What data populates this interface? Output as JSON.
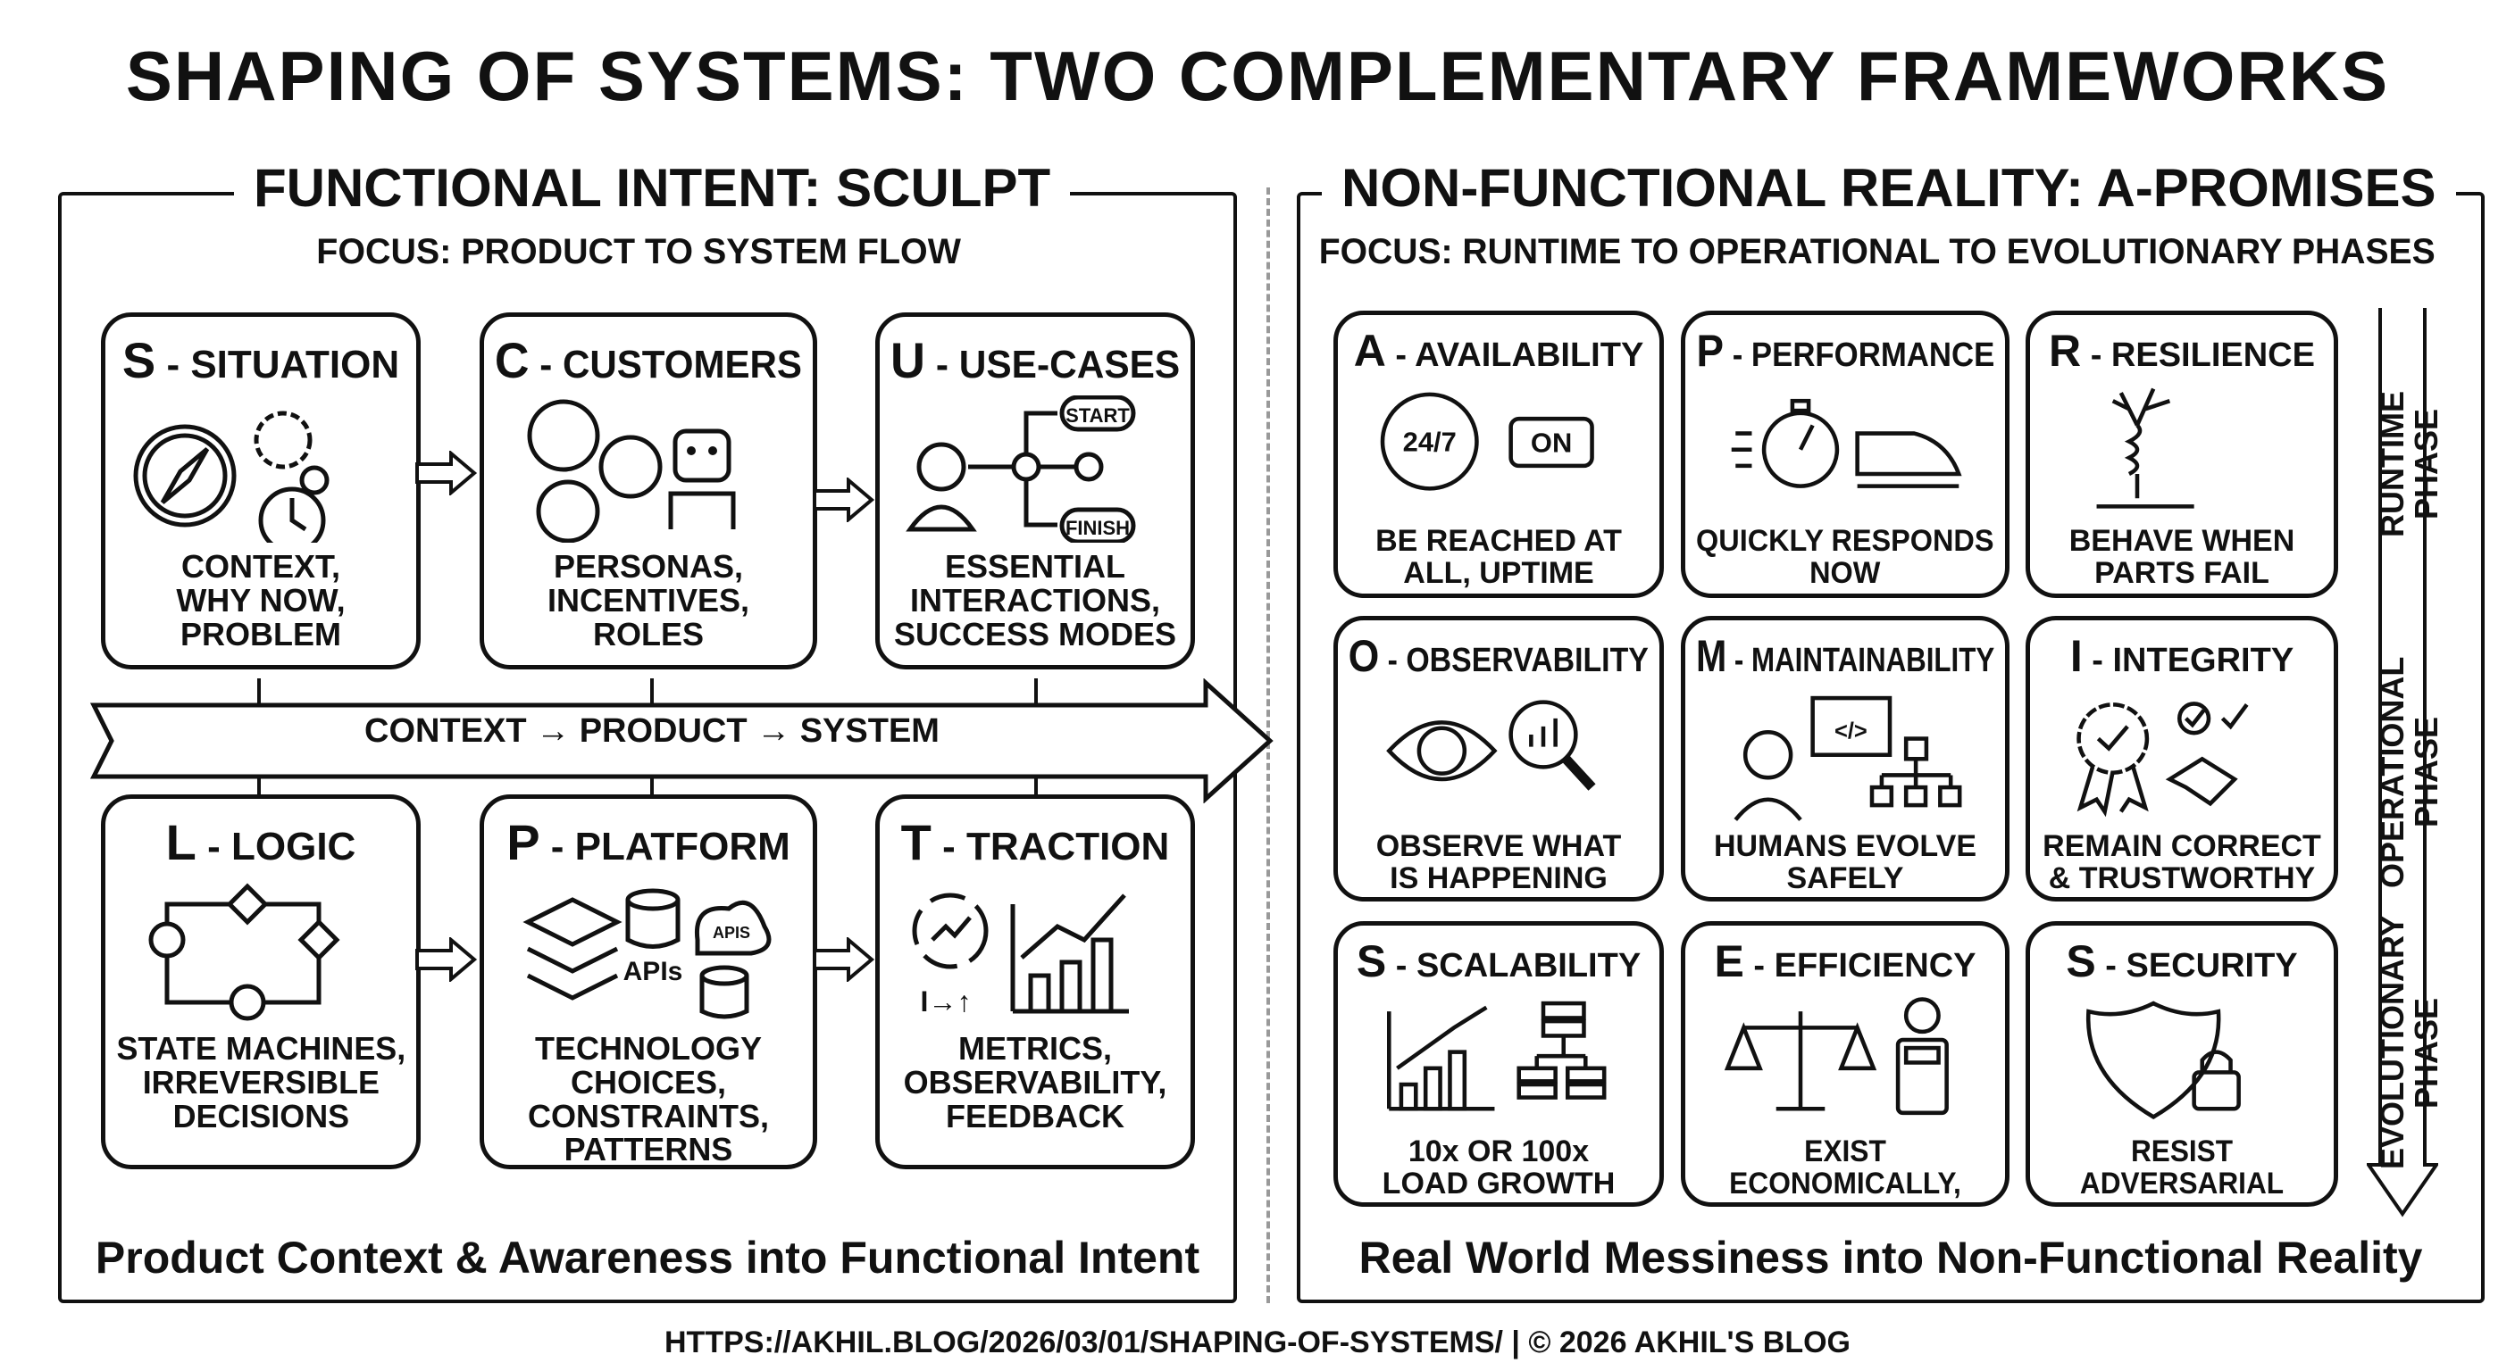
{
  "title": "SHAPING OF SYSTEMS: TWO COMPLEMENTARY FRAMEWORKS",
  "left": {
    "title": "FUNCTIONAL INTENT: SCULPT",
    "focus": "FOCUS: PRODUCT TO SYSTEM FLOW",
    "flow_label": "CONTEXT → PRODUCT → SYSTEM",
    "caption": "Product Context & Awareness into Functional Intent",
    "cards": [
      {
        "letter": "S",
        "name": "- SITUATION",
        "desc": "CONTEXT,\nWHY NOW,\nPROBLEM",
        "icon": "compass-gears-clock-icon"
      },
      {
        "letter": "C",
        "name": "- CUSTOMERS",
        "desc": "PERSONAS,\nINCENTIVES,\nROLES",
        "icon": "personas-robot-icon"
      },
      {
        "letter": "U",
        "name": "- USE-CASES",
        "desc": "ESSENTIAL\nINTERACTIONS,\nSUCCESS MODES",
        "icon": "use-case-flow-icon",
        "labels": [
          "START",
          "FINISH"
        ]
      },
      {
        "letter": "L",
        "name": "- LOGIC",
        "desc": "STATE MACHINES,\nIRREVERSIBLE\nDECISIONS",
        "icon": "state-machine-icon"
      },
      {
        "letter": "P",
        "name": "- PLATFORM",
        "desc": "TECHNOLOGY\nCHOICES,\nCONSTRAINTS,\nPATTERNS",
        "icon": "layers-database-cloud-icon",
        "labels": [
          "APIs",
          "APIS"
        ]
      },
      {
        "letter": "T",
        "name": "- TRACTION",
        "desc": "METRICS,\nOBSERVABILITY,\nFEEDBACK",
        "icon": "growth-chart-icon",
        "labels": [
          "I→↑"
        ]
      }
    ]
  },
  "right": {
    "title": "NON-FUNCTIONAL REALITY: A-PROMISES",
    "focus": "FOCUS: RUNTIME TO OPERATIONAL TO EVOLUTIONARY PHASES",
    "caption": "Real World Messiness into Non-Functional Reality",
    "phases": [
      "RUNTIME\nPHASE",
      "OPERATIONAL\nPHASE",
      "EVOLUTIONARY\nPHASE"
    ],
    "cards": [
      {
        "letter": "A",
        "name": "- AVAILABILITY",
        "desc": "BE REACHED AT\nALL, UPTIME",
        "icon": "uptime-24-7-icon",
        "labels": [
          "24/7",
          "ON"
        ]
      },
      {
        "letter": "P",
        "name": "- PERFORMANCE",
        "desc": "QUICKLY RESPONDS\nNOW",
        "icon": "stopwatch-train-icon"
      },
      {
        "letter": "R",
        "name": "- RESILIENCE",
        "desc": "BEHAVE WHEN\nPARTS FAIL",
        "icon": "spring-tree-icon"
      },
      {
        "letter": "O",
        "name": "- OBSERVABILITY",
        "desc": "OBSERVE WHAT\nIS HAPPENING",
        "icon": "eye-magnifier-icon"
      },
      {
        "letter": "M",
        "name": "- MAINTAINABILITY",
        "desc": "HUMANS EVOLVE\nSAFELY",
        "icon": "developer-code-icon",
        "labels": [
          "</>"
        ]
      },
      {
        "letter": "I",
        "name": "- INTEGRITY",
        "desc": "REMAIN CORRECT\n& TRUSTWORTHY",
        "icon": "badge-handshake-icon"
      },
      {
        "letter": "S",
        "name": "- SCALABILITY",
        "desc": "10x OR 100x\nLOAD GROWTH",
        "icon": "growth-servers-icon"
      },
      {
        "letter": "E",
        "name": "- EFFICIENCY",
        "desc": "EXIST ECONOMICALLY,\nCOST/PERF",
        "icon": "scale-calculator-icon"
      },
      {
        "letter": "S",
        "name": "- SECURITY",
        "desc": "RESIST ADVERSARIAL\nBEHAVIOR",
        "icon": "shield-lock-icon"
      }
    ]
  },
  "footer": "HTTPS://AKHIL.BLOG/2026/03/01/SHAPING-OF-SYSTEMS/  |  © 2026 AKHIL'S BLOG"
}
